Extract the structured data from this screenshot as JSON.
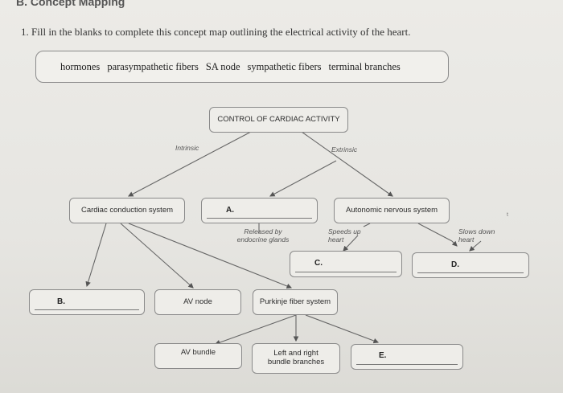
{
  "section_title": "B. Concept Mapping",
  "question": "1.  Fill in the blanks to complete this concept map outlining the electrical activity of the heart.",
  "word_bank": [
    "hormones",
    "parasympathetic fibers",
    "SA node",
    "sympathetic fibers",
    "terminal branches"
  ],
  "map": {
    "root": "CONTROL OF CARDIAC ACTIVITY",
    "intrinsic": "Intrinsic",
    "extrinsic": "Extrinsic",
    "cardiac_conduction": "Cardiac conduction system",
    "blank_a": "A.",
    "autonomic": "Autonomic nervous system",
    "released_by": "Released by endocrine glands",
    "speeds_up": "Speeds up heart",
    "slows_down": "Slows down heart",
    "blank_b": "B.",
    "av_node": "AV node",
    "purkinje": "Purkinje fiber system",
    "blank_c": "C.",
    "blank_d": "D.",
    "av_bundle": "AV bundle",
    "left_right": "Left and right bundle branches",
    "blank_e": "E."
  },
  "stray_mark": "t"
}
